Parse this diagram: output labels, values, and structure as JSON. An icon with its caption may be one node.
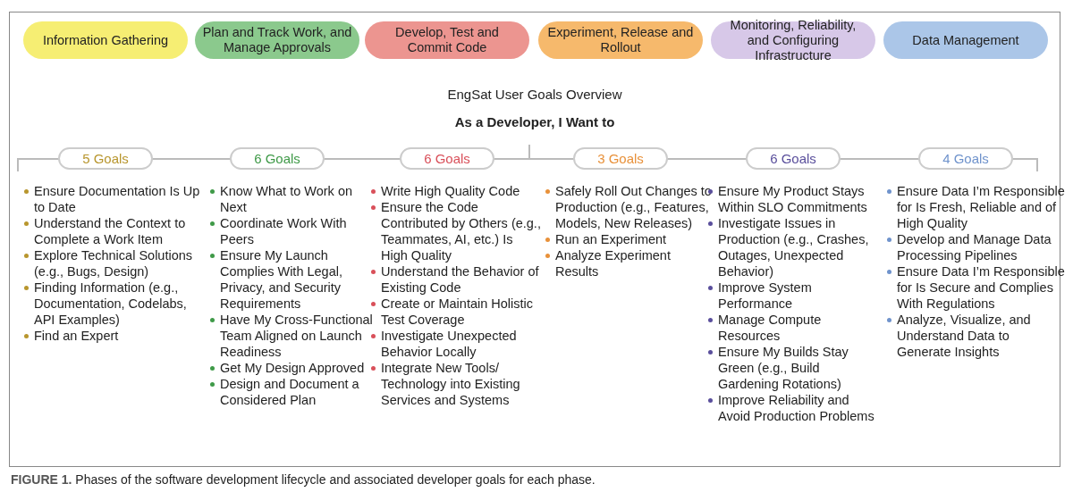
{
  "diagram": {
    "title": "EngSat User Goals Overview",
    "caption": "**FIGURE 1.** Phases of the software development lifecycle and associated developer goals for each phase.",
    "nodes": [
      {
        "text": [
          "Information Gathering"
        ]
      },
      {
        "text": [
          "Plan and Track Work, and Manage Approvals"
        ]
      },
      {
        "text": [
          "Develop, Test and Commit Code"
        ]
      },
      {
        "text": [
          "Experiment, Release and Rollout"
        ]
      },
      {
        "text": [
          "Monitoring, Reliability, and Configuring Infrastructure"
        ]
      },
      {
        "text": [
          "Data Management"
        ]
      },
      {
        "text": [
          "5 Goals"
        ],
        "beside": [
          "Ensure Documentation Is Up to Date",
          "Understand the Context to Complete a Work Item",
          "Explore Technical Solutions (e.g., Bugs, Design)",
          "Finding Information (e.g., Documentation, Codelabs, API Examples)",
          "Find an Expert"
        ]
      },
      {
        "text": [
          "6 Goals"
        ],
        "beside": [
          "Know What to Work on Next",
          "Coordinate Work With Peers",
          "Ensure My Launch Complies With Legal, Privacy, and Security Requirements",
          "Have My Cross-Functional Team Aligned on Launch Readiness",
          "Get My Design Approved",
          "Design and Document a Considered Plan"
        ]
      },
      {
        "text": [
          "6 Goals"
        ],
        "beside": [
          "Write High Quality Code",
          "Ensure the Code Contributed by Others (e.g., Teammates, AI, etc.) Is High Quality",
          "Understand the Behavior of Existing Code",
          "Create or Maintain Holistic Test Coverage",
          "Investigate Unexpected Behavior Locally",
          "Integrate New Tools/ Technology into Existing Services and Systems"
        ]
      },
      {
        "text": [
          "3 Goals"
        ],
        "beside": [
          "Safely Roll Out Changes to Production (e.g., Features, Models, New Releases)",
          "Run an Experiment",
          "Analyze Experiment Results"
        ]
      },
      {
        "text": [
          "6 Goals"
        ],
        "beside": [
          "Ensure My Product Stays Within SLO Commitments",
          "Investigate Issues in Production (e.g., Crashes, Outages, Unexpected Behavior)",
          "Improve System Performance",
          "Manage Compute Resources",
          "Ensure My Builds Stay Green (e.g., Build Gardening Rotations)",
          "Improve Reliability and Avoid Production Problems"
        ]
      },
      {
        "text": [
          "4 Goals"
        ],
        "beside": [
          "Ensure Data I’m Responsible for Is Fresh, Reliable and of High Quality",
          "Develop and Manage Data Processing Pipelines",
          "Ensure Data I’m Responsible for Is Secure and Complies With Regulations",
          "Analyze, Visualize, and Understand Data to Generate Insights"
        ]
      }
    ],
    "labels": [
      "As a Developer, I Want to"
    ]
  }
}
